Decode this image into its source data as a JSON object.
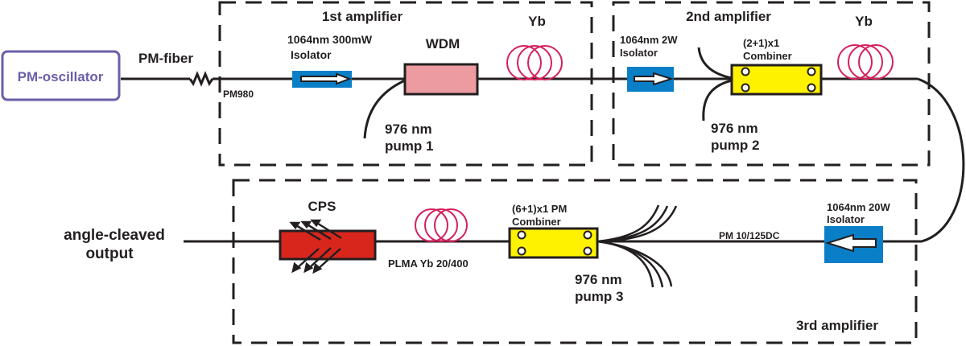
{
  "diagram": {
    "type": "fiber-laser-setup",
    "colors": {
      "line": "#231f20",
      "oscillator": "#6a5fa8",
      "isolator": "#0a7fc8",
      "wdm": "#ec9ca0",
      "combiner": "#fff200",
      "cps": "#d9261c",
      "yb_coil": "#d4205a"
    },
    "oscillator": {
      "label": "PM-oscillator"
    },
    "pm_fiber": {
      "label": "PM-fiber",
      "fiber_type": "PM980"
    },
    "stage1": {
      "title": "1st amplifier",
      "isolator": {
        "line1": "1064nm 300mW",
        "line2": "Isolator",
        "direction": "forward"
      },
      "wdm": {
        "label": "WDM"
      },
      "gain_fiber": {
        "label": "Yb"
      },
      "pump": {
        "line1": "976 nm",
        "line2": "pump 1"
      }
    },
    "stage2": {
      "title": "2nd amplifier",
      "isolator": {
        "line1": "1064nm 2W",
        "line2": "Isolator",
        "direction": "forward"
      },
      "combiner": {
        "line1": "(2+1)x1",
        "line2": "Combiner"
      },
      "gain_fiber": {
        "label": "Yb"
      },
      "pump": {
        "line1": "976 nm",
        "line2": "pump 2"
      }
    },
    "stage3": {
      "title": "3rd amplifier",
      "isolator": {
        "line1": "1064nm 20W",
        "line2": "Isolator",
        "direction": "backward"
      },
      "passive_fiber": {
        "label": "PM 10/125DC"
      },
      "combiner": {
        "line1": "(6+1)x1 PM",
        "line2": "Combiner"
      },
      "gain_fiber": {
        "label": "PLMA Yb 20/400"
      },
      "pump": {
        "line1": "976 nm",
        "line2": "pump 3"
      },
      "cps": {
        "label": "CPS"
      }
    },
    "output": {
      "line1": "angle-cleaved",
      "line2": "output"
    }
  }
}
